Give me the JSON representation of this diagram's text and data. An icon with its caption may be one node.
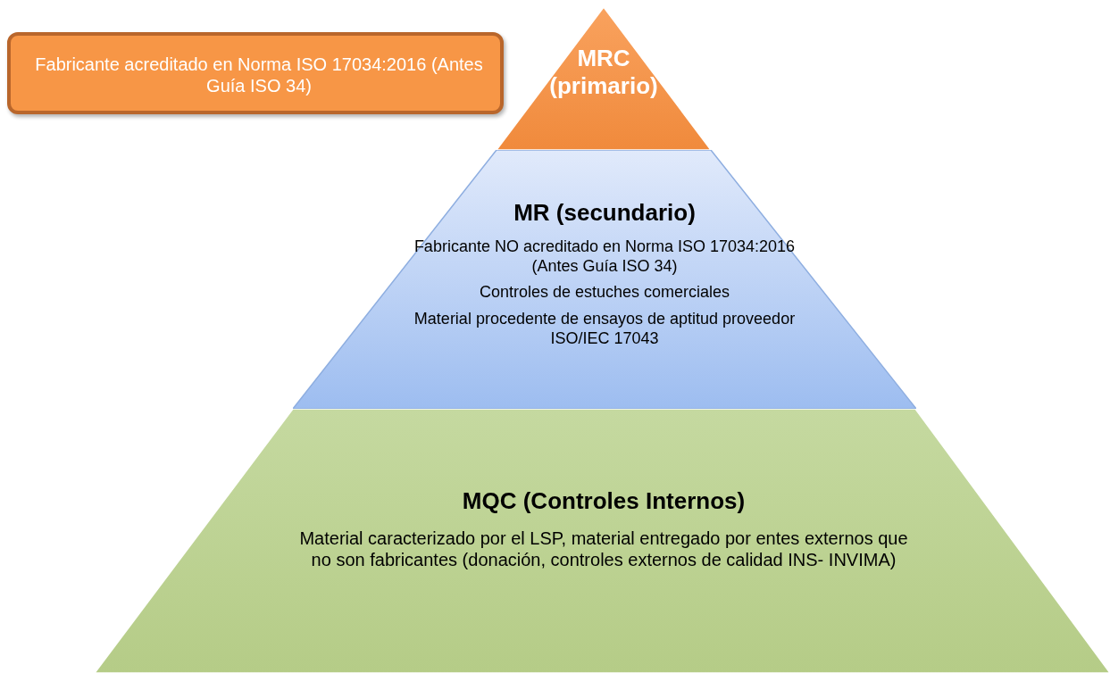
{
  "diagram": {
    "nodes": [
      {
        "text": [
          "Fabricante acreditado en Norma ISO 17034:2016 (Antes Guía ISO 34)"
        ]
      },
      {
        "text": [
          "MRC (primario)"
        ]
      },
      {
        "text": [
          "MR (secundario)",
          "Fabricante NO acreditado en Norma ISO 17034:2016 (Antes Guía ISO 34)",
          "Controles de estuches comerciales",
          "Material procedente de ensayos de aptitud proveedor ISO/IEC 17043"
        ]
      },
      {
        "text": [
          "MQC (Controles Internos)",
          "Material caracterizado por el LSP, material entregado por entes externos que no son fabricantes (donación, controles externos de calidad INS- INVIMA)"
        ]
      }
    ]
  }
}
